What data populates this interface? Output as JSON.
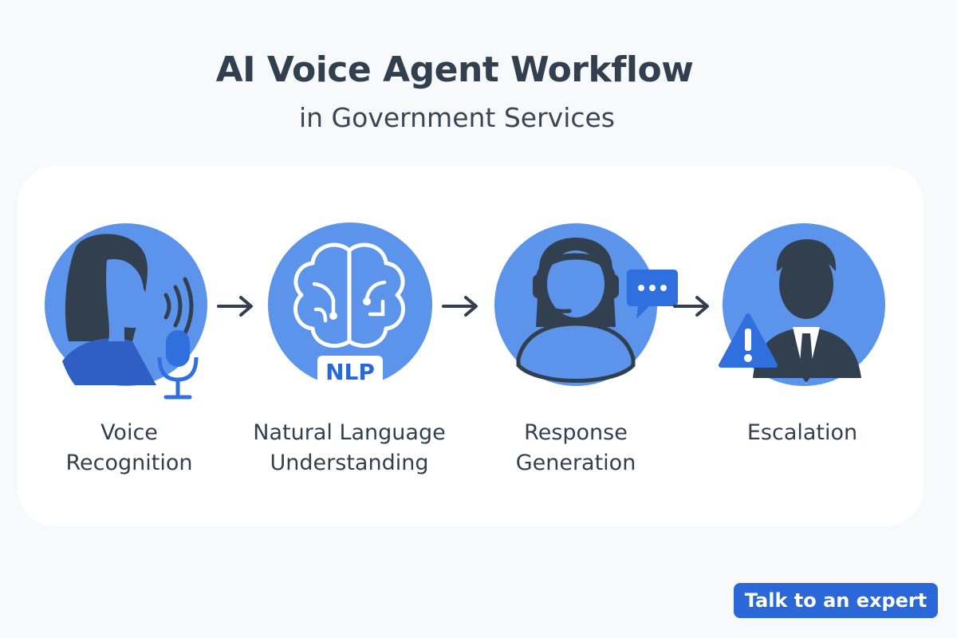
{
  "header": {
    "title": "AI Voice Agent Workflow",
    "subtitle": "in Government Services"
  },
  "steps": [
    {
      "label_line1": "Voice",
      "label_line2": "Recognition",
      "icon": "woman-speaking-microphone-icon"
    },
    {
      "label_line1": "Natural Language",
      "label_line2": "Understanding",
      "icon": "brain-nlp-icon",
      "badge": "NLP"
    },
    {
      "label_line1": "Response",
      "label_line2": "Generation",
      "icon": "headset-agent-chat-icon"
    },
    {
      "label_line1": "Escalation",
      "label_line2": "",
      "icon": "businessman-warning-icon"
    }
  ],
  "cta": {
    "label": "Talk to an expert"
  },
  "colors": {
    "circle": "#5b94ea",
    "accent": "#2a67d9",
    "dark": "#323f4f",
    "background": "#f8f9fb"
  }
}
